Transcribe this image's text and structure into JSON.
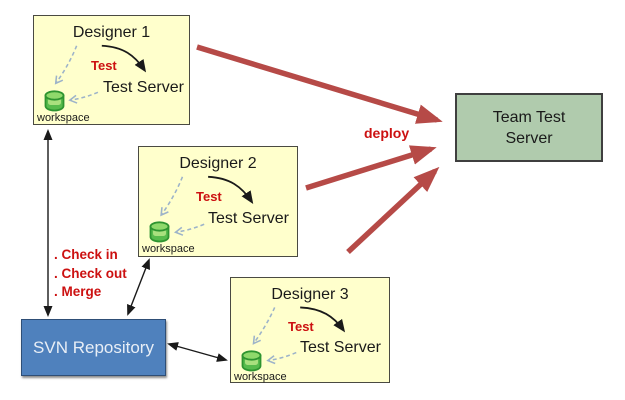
{
  "diagram": {
    "designers": [
      {
        "title": "Designer 1",
        "test_label": "Test",
        "server_label": "Test Server",
        "workspace_label": "workspace"
      },
      {
        "title": "Designer 2",
        "test_label": "Test",
        "server_label": "Test Server",
        "workspace_label": "workspace"
      },
      {
        "title": "Designer 3",
        "test_label": "Test",
        "server_label": "Test Server",
        "workspace_label": "workspace"
      }
    ],
    "team_server": {
      "label": "Team Test Server"
    },
    "svn": {
      "label": "SVN Repository",
      "actions": [
        ". Check in",
        ". Check out",
        ". Merge"
      ]
    },
    "deploy_label": "deploy",
    "icons": {
      "workspace_icon": "workspace-database-icon"
    },
    "colors": {
      "designer_box_fill": "#FFFFCC",
      "designer_box_border": "#4A4A42",
      "team_box_fill": "#B0CBAD",
      "team_box_border": "#3F3F3F",
      "svn_box_fill": "#4F81BD",
      "svn_box_border": "#2E4E76",
      "svn_text": "#E8EEF6",
      "red_label": "#CC1111",
      "deploy_arrow": "#B64A47",
      "dashed_arrow": "#9DB3C9",
      "black_arrow": "#1A1A1A"
    }
  }
}
